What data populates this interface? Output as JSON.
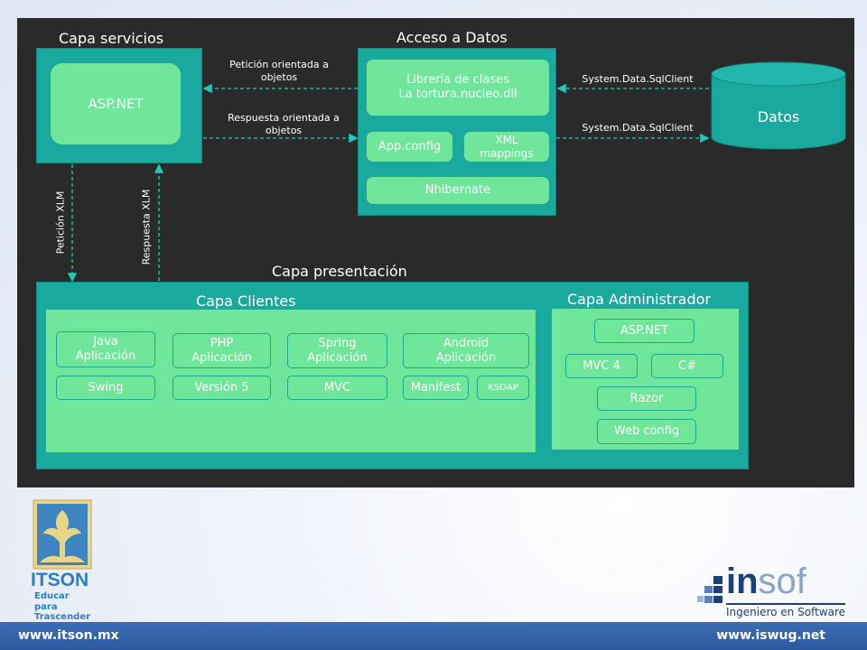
{
  "diagram": {
    "capa_servicios": {
      "title": "Capa servicios",
      "asp_net": "ASP.NET"
    },
    "acceso_datos": {
      "title": "Acceso a Datos",
      "libreria_line1": "Librería de clases",
      "libreria_line2": "La tortura.nucleo.dll",
      "app_config": "App.config",
      "xml_mappings_line1": "XML",
      "xml_mappings_line2": "mappings",
      "nhibernate": "Nhibernate"
    },
    "datos": {
      "label": "Datos"
    },
    "arrows": {
      "peticion_orientada_line1": "Petición orientada a",
      "peticion_orientada_line2": "objetos",
      "respuesta_orientada_line1": "Respuesta orientada a",
      "respuesta_orientada_line2": "objetos",
      "sqlclient_top": "System.Data.SqlClient",
      "sqlclient_bottom": "System.Data.SqlClient",
      "peticion_xlm": "Petición XLM",
      "respuesta_xlm": "Respuesta XLM"
    },
    "capa_presentacion": {
      "title": "Capa presentación"
    },
    "capa_clientes": {
      "title": "Capa Clientes",
      "java_line1": "Java",
      "java_line2": "Aplicación",
      "php_line1": "PHP",
      "php_line2": "Aplicación",
      "spring_line1": "Spring",
      "spring_line2": "Aplicación",
      "android_line1": "Android",
      "android_line2": "Aplicación",
      "swing": "Swing",
      "version5": "Versión 5",
      "mvc": "MVC",
      "manifest": "Manifest",
      "ksoap": "KSOAP"
    },
    "capa_administrador": {
      "title": "Capa Administrador",
      "asp_net": "ASP.NET",
      "mvc4": "MVC 4",
      "csharp": "C#",
      "razor": "Razor",
      "web_config": "Web config"
    }
  },
  "branding": {
    "itson_name": "ITSON",
    "itson_slogan_line1": "Educar para",
    "itson_slogan_line2": "Trascender",
    "insof_in": "in",
    "insof_sof": "sof",
    "insof_tagline": "Ingeniero en Software"
  },
  "footer": {
    "left_url": "www.itson.mx",
    "right_url": "www.iswug.net"
  },
  "colors": {
    "slide_bg": "#2a2a2a",
    "teal": "#1aa99f",
    "green": "#6fe69a",
    "footer_blue": "#2c5aa0"
  }
}
